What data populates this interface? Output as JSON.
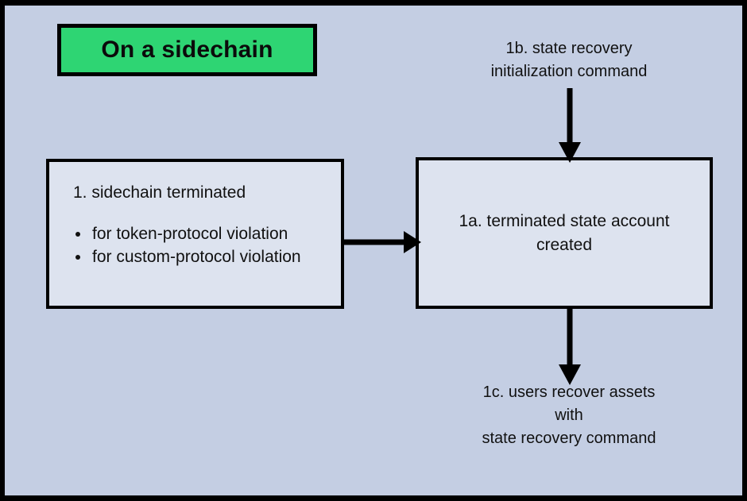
{
  "diagram": {
    "title": "On a sidechain",
    "background_color": "#c4cee3",
    "frame_color": "#000000",
    "banner": {
      "label": "On a sidechain",
      "fill_color": "#2ed573",
      "border_color": "#000000"
    },
    "boxes": [
      {
        "id": "terminated",
        "heading": "1. sidechain terminated",
        "bullets": [
          "for token-protocol violation",
          "for custom-protocol violation"
        ],
        "fill_color": "#dde3ef",
        "border_color": "#000000"
      },
      {
        "id": "account",
        "text": "1a. terminated state account created",
        "fill_color": "#dde3ef",
        "border_color": "#000000"
      }
    ],
    "labels": [
      {
        "id": "init-command",
        "text": "1b. state recovery\ninitialization command"
      },
      {
        "id": "recover-assets",
        "text": "1c. users recover assets\nwith\nstate recovery command"
      }
    ],
    "arrows": [
      {
        "id": "terminated-to-account",
        "direction": "right"
      },
      {
        "id": "init-to-account",
        "direction": "down"
      },
      {
        "id": "account-to-recover",
        "direction": "down"
      }
    ]
  }
}
